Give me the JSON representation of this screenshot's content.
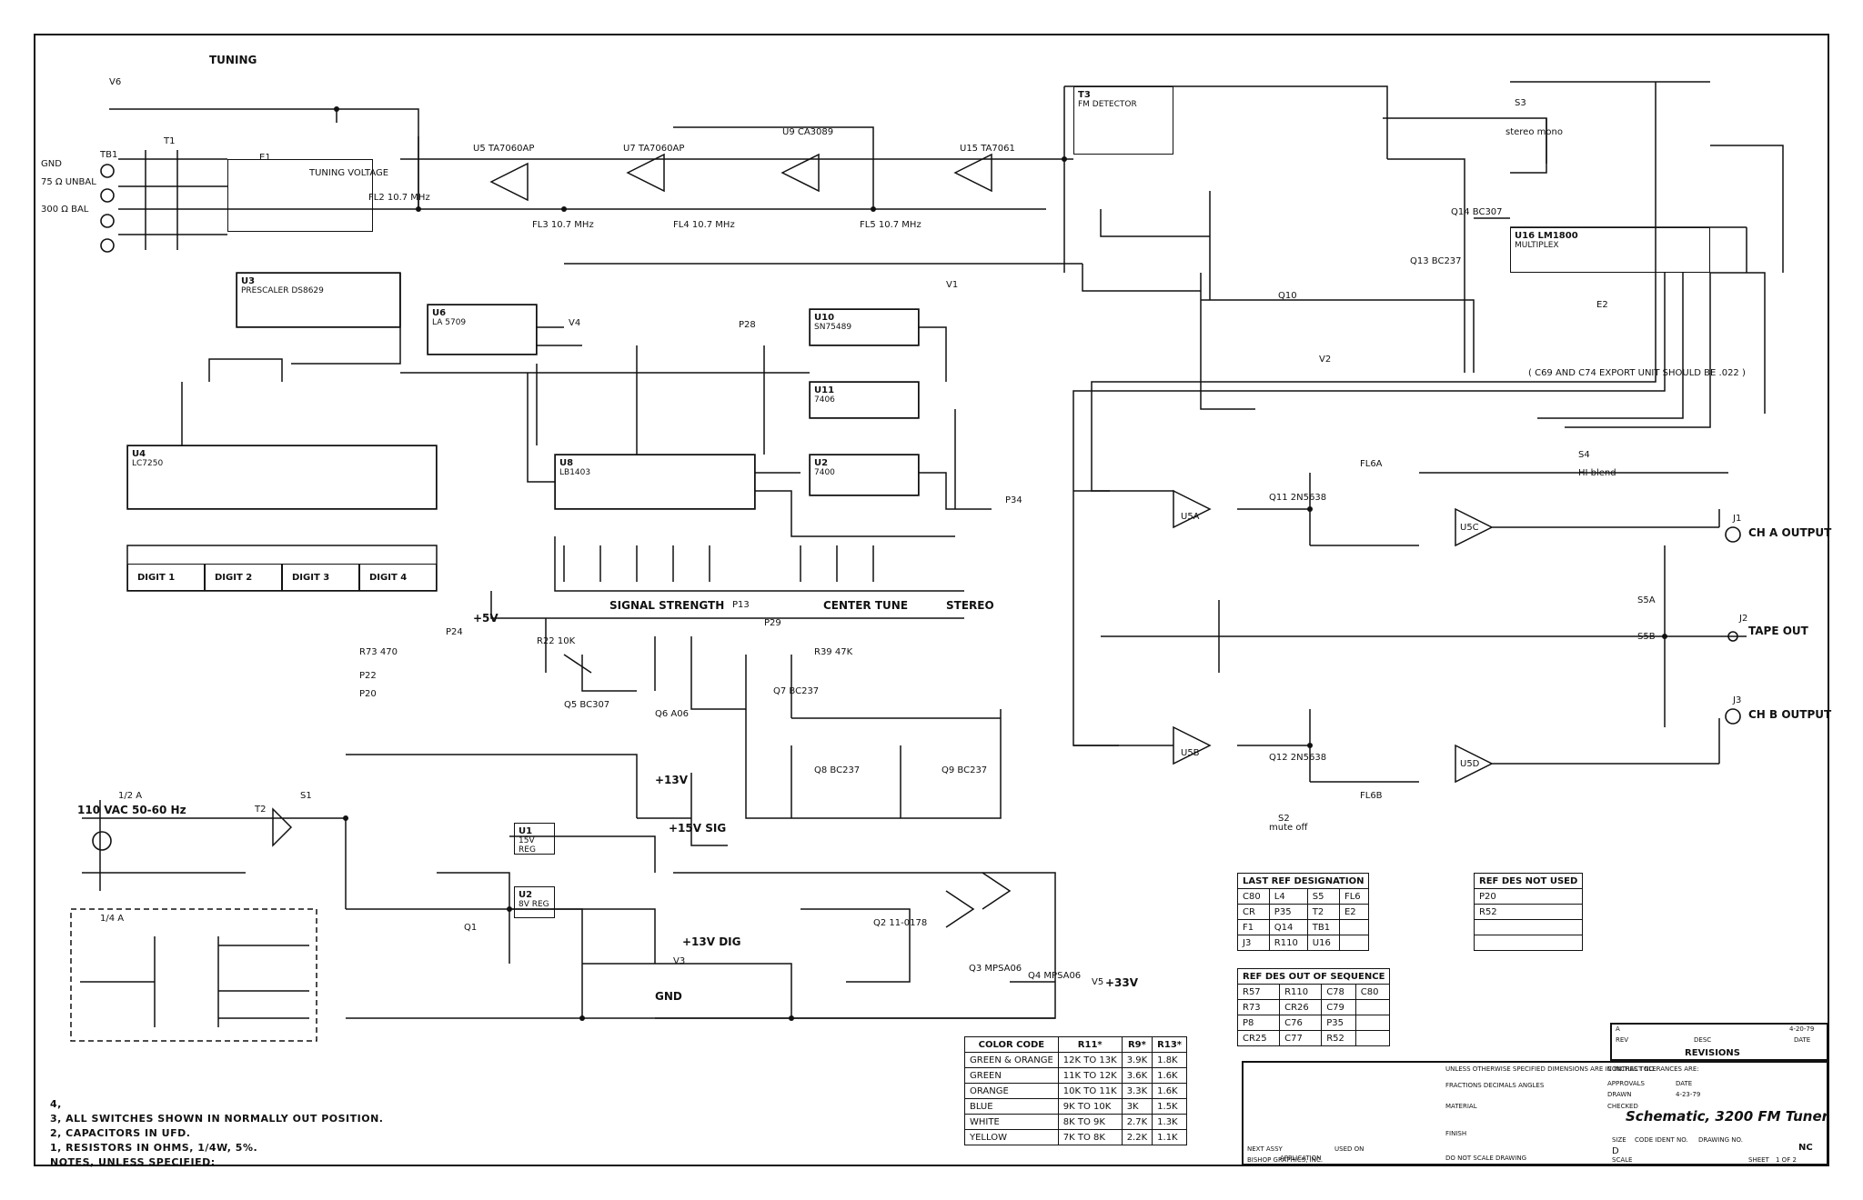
{
  "title_block": {
    "title": "Schematic, 3200 FM Tuner",
    "revisions_header": "REVISIONS",
    "rev_letter": "A",
    "rev_date": "4-20-79",
    "rev_col": "REV",
    "desc_col": "DESC",
    "date_col": "DATE",
    "contract_no": "CONTRACT NO.",
    "approvals": "APPROVALS",
    "date": "DATE",
    "drawn": "DRAWN",
    "drawn_date": "4-23-79",
    "checked": "CHECKED",
    "material": "MATERIAL",
    "finish": "FINISH",
    "unless_note": "UNLESS OTHERWISE SPECIFIED DIMENSIONS ARE IN INCHES TOLERANCES ARE:",
    "fractions": "FRACTIONS  DECIMALS  ANGLES",
    "next_assy": "NEXT ASSY",
    "used_on": "USED ON",
    "application": "APPLICATION",
    "do_not_scale": "DO NOT SCALE DRAWING",
    "size": "SIZE",
    "size_val": "D",
    "code_ident": "CODE IDENT NO.",
    "drawing_no": "DRAWING NO.",
    "drawing_no_val": "NC",
    "scale": "SCALE",
    "sheet": "SHEET",
    "sheet_val": "1   OF 2",
    "maker": "BISHOP GRAPHICS, INC."
  },
  "notes": [
    "NOTES, UNLESS SPECIFIED:",
    "1, RESISTORS IN OHMS, 1/4W, 5%.",
    "2, CAPACITORS IN UFD.",
    "3, ALL SWITCHES SHOWN IN NORMALLY OUT POSITION.",
    "4,"
  ],
  "color_code_table": {
    "headers": [
      "COLOR CODE",
      "R11*",
      "R9*",
      "R13*"
    ],
    "rows": [
      [
        "GREEN & ORANGE",
        "12K TO 13K",
        "3.9K",
        "1.8K"
      ],
      [
        "GREEN",
        "11K TO 12K",
        "3.6K",
        "1.6K"
      ],
      [
        "ORANGE",
        "10K TO 11K",
        "3.3K",
        "1.6K"
      ],
      [
        "BLUE",
        "9K TO 10K",
        "3K",
        "1.5K"
      ],
      [
        "WHITE",
        "8K TO 9K",
        "2.7K",
        "1.3K"
      ],
      [
        "YELLOW",
        "7K TO 8K",
        "2.2K",
        "1.1K"
      ]
    ]
  },
  "last_ref_table": {
    "title": "LAST REF DESIGNATION",
    "rows": [
      [
        "C80",
        "L4",
        "S5",
        "FL6"
      ],
      [
        "CR",
        "P35",
        "T2",
        "E2"
      ],
      [
        "F1",
        "Q14",
        "TB1",
        ""
      ],
      [
        "J3",
        "R110",
        "U16",
        ""
      ]
    ]
  },
  "ref_not_used_table": {
    "title": "REF DES NOT USED",
    "rows": [
      [
        "P20"
      ],
      [
        "R52"
      ],
      [
        ""
      ],
      [
        ""
      ]
    ]
  },
  "ref_out_of_seq_table": {
    "title": "REF DES OUT OF SEQUENCE",
    "rows": [
      [
        "R57",
        "R110",
        "C78",
        "C80"
      ],
      [
        "R73",
        "CR26",
        "C79",
        ""
      ],
      [
        "P8",
        "C76",
        "P35",
        ""
      ],
      [
        "CR25",
        "C77",
        "R52",
        ""
      ]
    ]
  },
  "blocks": [
    {
      "id": "u3",
      "label": "U3",
      "sub": "PRESCALER DS8629"
    },
    {
      "id": "u4",
      "label": "U4",
      "sub": "LC7250"
    },
    {
      "id": "u6",
      "label": "U6",
      "sub": "LA 5709"
    },
    {
      "id": "u8",
      "label": "U8",
      "sub": "LB1403"
    },
    {
      "id": "u10",
      "label": "U10",
      "sub": "SN75489"
    },
    {
      "id": "u11",
      "label": "U11",
      "sub": "7406"
    },
    {
      "id": "u2",
      "label": "U2",
      "sub": "7400"
    },
    {
      "id": "u16",
      "label": "U16 LM1800",
      "sub": "MULTIPLEX"
    },
    {
      "id": "t3",
      "label": "T3",
      "sub": "FM DETECTOR"
    },
    {
      "id": "u1reg",
      "label": "U1",
      "sub": "15V REG"
    },
    {
      "id": "u2reg",
      "label": "U2",
      "sub": "8V REG"
    },
    {
      "id": "tuner",
      "label": "",
      "sub": ""
    }
  ],
  "digits": [
    "DIGIT 1",
    "DIGIT 2",
    "DIGIT 3",
    "DIGIT 4"
  ],
  "labels": {
    "tuning": "TUNING",
    "tuning_voltage": "TUNING VOLTAGE",
    "signal_strength": "SIGNAL STRENGTH",
    "center_tune": "CENTER TUNE",
    "stereo": "STEREO",
    "cha_output": "CH A OUTPUT",
    "chb_output": "CH B OUTPUT",
    "tape_out": "TAPE OUT",
    "j1": "J1",
    "j2": "J2",
    "j3": "J3",
    "stereo_mono": "stereo  mono",
    "hi_blend": "HI blend",
    "mute_off": "mute  off",
    "c69_note": "( C69 AND C74 EXPORT UNIT SHOULD BE .022 )",
    "line_in": "110 VAC 50-60 Hz",
    "fuse": "1/2 A",
    "fuse2": "1/4 A",
    "plus13": "+13V",
    "plus15sig": "+15V SIG",
    "plus5": "+5V",
    "plus33": "+33V",
    "gnd": "GND",
    "plus13dig": "+13V DIG",
    "tb1": "TB1",
    "t1": "T1",
    "t2": "T2",
    "s1": "S1",
    "fl2": "FL2 10.7 MHz",
    "fl3": "FL3 10.7 MHz",
    "fl4": "FL4 10.7 MHz",
    "fl5": "FL5 10.7 MHz",
    "u5": "U5 TA7060AP",
    "u7": "U7 TA7060AP",
    "u9": "U9 CA3089",
    "u15": "U15 TA7061",
    "q10": "Q10",
    "q13": "Q13 BC237",
    "q14": "Q14 BC307",
    "q11": "Q11 2N5638",
    "q12": "Q12 2N5638",
    "q1": "Q1",
    "q2": "Q2 11-0178",
    "q3": "Q3 MPSA06",
    "q4": "Q4 MPSA06",
    "q5": "Q5 BC307",
    "q6": "Q6 A06",
    "q7": "Q7 BC237",
    "q8": "Q8 BC237",
    "q9": "Q9 BC237",
    "u5a": "U5A",
    "u5b": "U5B",
    "u5c": "U5C",
    "u5d": "U5D",
    "fl6a": "FL6A",
    "fl6b": "FL6B",
    "s2": "S2",
    "s3": "S3",
    "s4": "S4",
    "s5a": "S5A",
    "s5b": "S5B",
    "p34": "P34",
    "p28": "P28",
    "p29": "P29",
    "p13": "P13",
    "p24": "P24",
    "p22": "P22",
    "p20": "P20",
    "r73": "R73 470",
    "r22": "R22 10K",
    "r39": "R39 47K",
    "v1": "V1",
    "v2": "V2",
    "v3": "V3",
    "v4": "V4",
    "v5": "V5",
    "v6": "V6",
    "e1": "E1",
    "e2": "E2",
    "ant_75": "75 Ω UNBAL",
    "ant_300": "300 Ω BAL",
    "gnd_tb": "GND"
  }
}
